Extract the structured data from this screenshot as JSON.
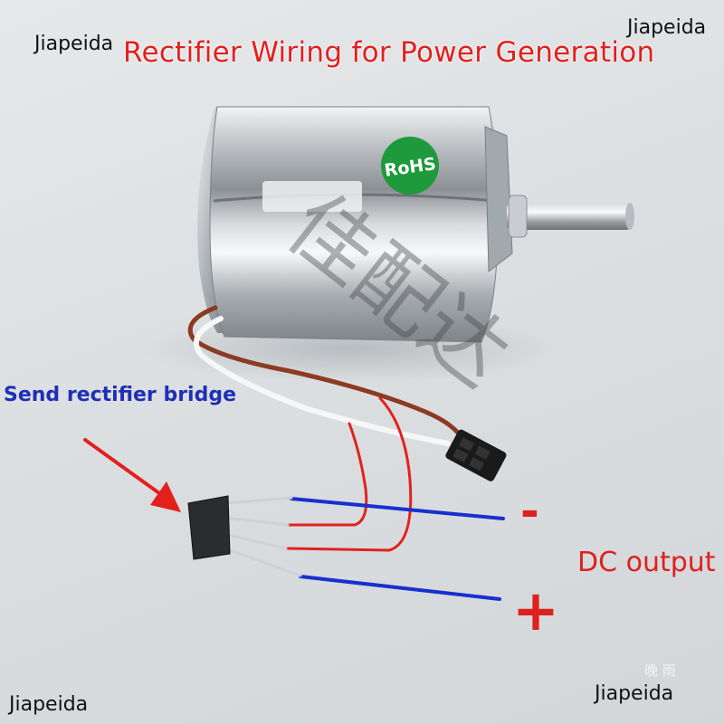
{
  "title": "Rectifier Wiring for Power Generation",
  "brand": {
    "top_left": "Jiapeida",
    "top_right": "Jiapeida",
    "bottom_left": "Jiapeida",
    "bottom_right": "Jiapeida"
  },
  "labels": {
    "rectifier_bridge": "Send rectifier bridge",
    "dc_output": "DC output",
    "minus": "-",
    "plus": "+"
  },
  "badge": {
    "rohs": "RoHS"
  },
  "watermark": "佳配达",
  "corner_mark": "晚 雨",
  "colors": {
    "title_red": "#e0201e",
    "label_blue": "#1f2fb4",
    "wire_red": "#e3211c",
    "wire_blue": "#1730cf",
    "rohs_green": "#1e9a3c"
  }
}
